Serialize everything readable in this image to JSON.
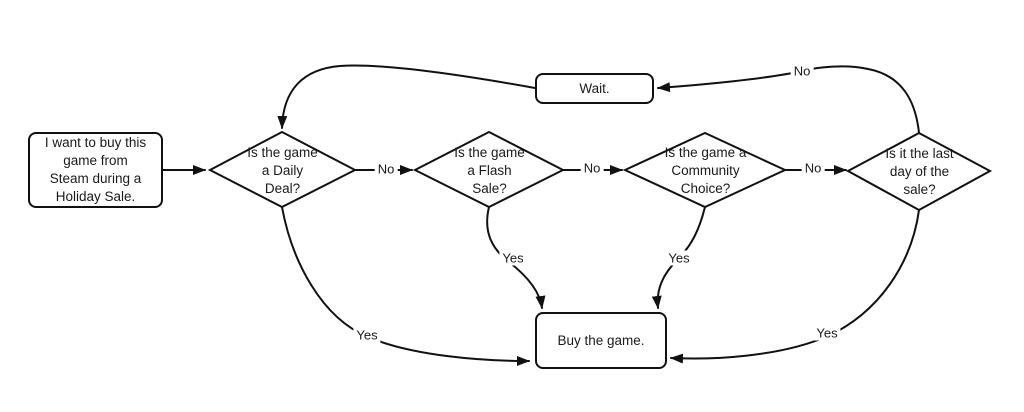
{
  "diagram": {
    "type": "flowchart",
    "colors": {
      "background": "#ffffff",
      "shape_fill": "#ffffff",
      "stroke": "#111111",
      "text": "#1a1a1a"
    },
    "nodes": {
      "start": {
        "shape": "rounded-rectangle",
        "label": "I want to buy this\ngame from\nSteam during a\nHoliday Sale."
      },
      "daily_deal": {
        "shape": "diamond",
        "label": "Is the game\na Daily\nDeal?"
      },
      "flash_sale": {
        "shape": "diamond",
        "label": "Is the game\na Flash\nSale?"
      },
      "community_choice": {
        "shape": "diamond",
        "label": "Is the game a\nCommunity\nChoice?"
      },
      "last_day": {
        "shape": "diamond",
        "label": "Is it the last\nday of the\nsale?"
      },
      "wait": {
        "shape": "rounded-rectangle",
        "label": "Wait."
      },
      "buy": {
        "shape": "rounded-rectangle",
        "label": "Buy the game."
      }
    },
    "edges": [
      {
        "from": "start",
        "to": "daily_deal",
        "label": ""
      },
      {
        "from": "daily_deal",
        "to": "flash_sale",
        "label": "No"
      },
      {
        "from": "flash_sale",
        "to": "community_choice",
        "label": "No"
      },
      {
        "from": "community_choice",
        "to": "last_day",
        "label": "No"
      },
      {
        "from": "last_day",
        "to": "wait",
        "label": "No"
      },
      {
        "from": "wait",
        "to": "daily_deal",
        "label": ""
      },
      {
        "from": "daily_deal",
        "to": "buy",
        "label": "Yes"
      },
      {
        "from": "flash_sale",
        "to": "buy",
        "label": "Yes"
      },
      {
        "from": "community_choice",
        "to": "buy",
        "label": "Yes"
      },
      {
        "from": "last_day",
        "to": "buy",
        "label": "Yes"
      }
    ]
  }
}
